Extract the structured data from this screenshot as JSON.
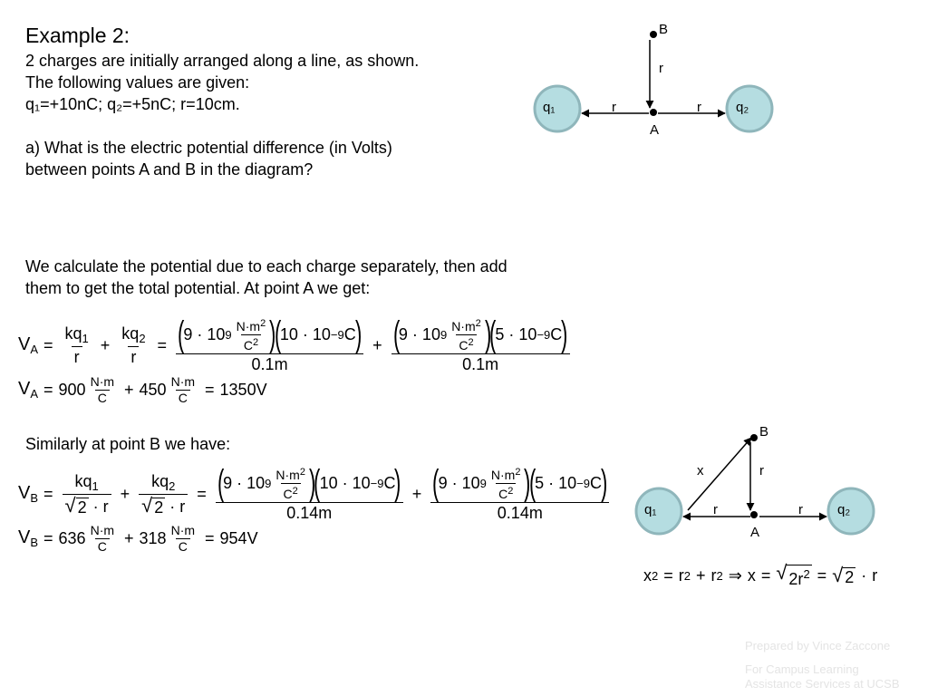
{
  "problem": {
    "title": "Example 2:",
    "line1": "2 charges are initially arranged along a line, as shown.",
    "line2": "The following values are given:",
    "line3": "q₁=+10nC; q₂=+5nC; r=10cm.",
    "question_a": "a)  What is the electric potential difference (in Volts)",
    "question_a2": "between points A and B in the diagram?"
  },
  "solution": {
    "intro1": "We calculate the potential due to each charge separately, then add",
    "intro2": "them to get the total potential.  At point A we get:",
    "similar": "Similarly at point B we have:"
  },
  "equations": {
    "va_label": "V",
    "va_sub": "A",
    "vb_label": "V",
    "vb_sub": "B",
    "kq1": "kq",
    "kq2": "kq",
    "sub1": "1",
    "sub2": "2",
    "r": "r",
    "sqrt2": "2",
    "dot_r": "· r",
    "nine": "9 · 10",
    "nine_exp": "9",
    "nm": "N·m",
    "nm_exp": "2",
    "c": "C",
    "c_exp": "2",
    "ten": "10 · 10",
    "five": "5 · 10",
    "neg9": "−9",
    "coul": "C",
    "den_a": "0.1m",
    "den_b": "0.14m",
    "va_t1": "900",
    "va_t2": "450",
    "va_result": "1350V",
    "vb_t1": "636",
    "vb_t2": "318",
    "vb_result": "954V",
    "x_eq_lhs": "x",
    "x_eq_mid1": "r",
    "x_eq_mid2": "r",
    "x_eq_x": "x",
    "x_eq_2r": "2r",
    "x_eq_2": "2",
    "x_eq_r": "r",
    "exp2": "2"
  },
  "diagram1": {
    "q1": "q₁",
    "q2": "q₂",
    "label_r_left": "r",
    "label_r_right": "r",
    "label_r_up": "r",
    "point_a": "A",
    "point_b": "B"
  },
  "diagram2": {
    "q1": "q₁",
    "q2": "q₂",
    "label_r_left": "r",
    "label_r_right": "r",
    "label_r_up": "r",
    "label_x": "x",
    "point_a": "A",
    "point_b": "B"
  },
  "footer": {
    "prepared": "Prepared by Vince Zaccone",
    "campus1": "For Campus Learning",
    "campus2": "Assistance Services at UCSB"
  },
  "colors": {
    "charge_fill": "#b5dde1",
    "charge_stroke": "#8fb6bb",
    "footer_text": "#e4e4e4"
  }
}
